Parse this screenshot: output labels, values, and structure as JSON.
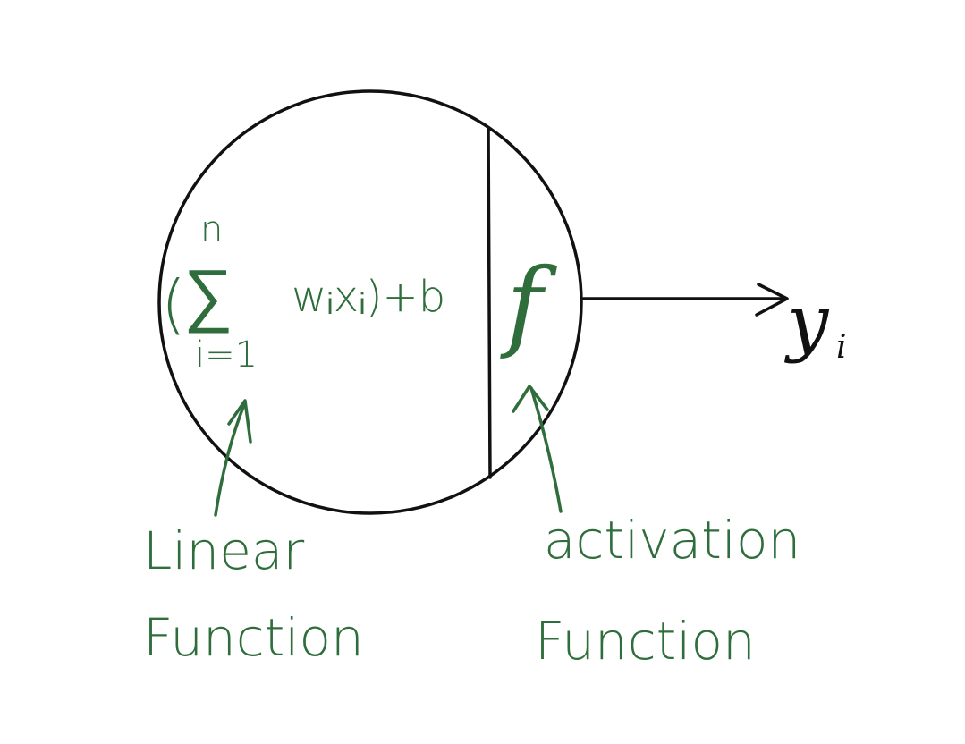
{
  "colors": {
    "ink_black": "#111111",
    "ink_green": "#2f6e3c",
    "background": "#ffffff"
  },
  "neuron": {
    "summation": {
      "open_paren": "(",
      "sigma": "∑",
      "upper_limit": "n",
      "lower_limit": "i=1",
      "term": "wᵢxᵢ)+b"
    },
    "activation_symbol": "f"
  },
  "output": {
    "label_base": "y",
    "label_sub": "i"
  },
  "annotations": {
    "linear_function": {
      "line1": "Linear",
      "line2": "Function"
    },
    "activation_function": {
      "line1": "activation",
      "line2": "Function"
    }
  }
}
